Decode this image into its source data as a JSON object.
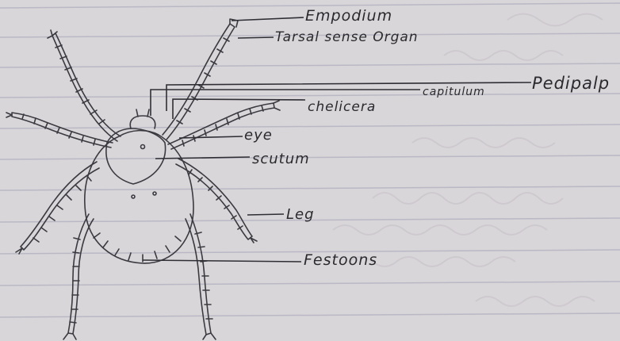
{
  "diagram": {
    "labels": {
      "empodium": "Empodium",
      "tarsal_sense_organ": "Tarsal sense Organ",
      "capitulum": "capitulum",
      "pedipalp": "Pedipalp",
      "chelicera": "chelicera",
      "eye": "eye",
      "scutum": "scutum",
      "leg": "Leg",
      "festoons": "Festoons"
    }
  },
  "colors": {
    "paper": "#d9d6d9",
    "ruled_line": "#b9b8c4",
    "ink": "#2a2a2e"
  }
}
